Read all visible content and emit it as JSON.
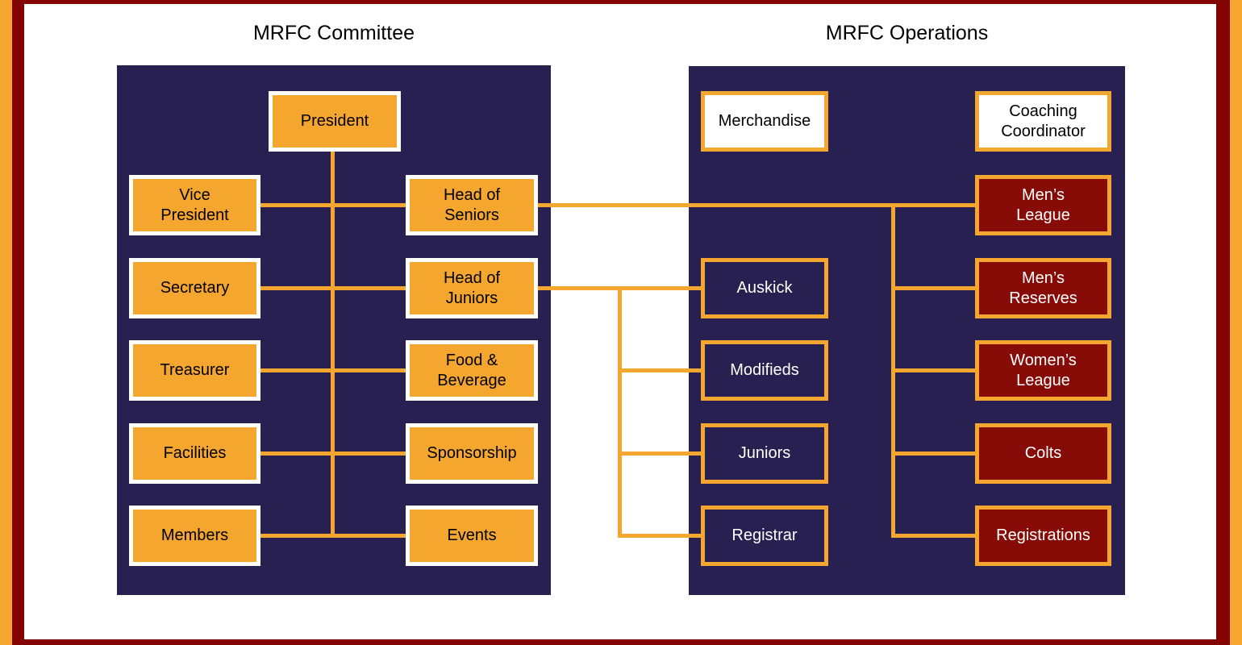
{
  "colors": {
    "accent": "#F4A62F",
    "frame": "#820300",
    "panel": "#282050",
    "maroon": "#870B06",
    "white": "#FFFFFF",
    "text_dark": "#000000",
    "text_light": "#FFFFFF"
  },
  "committee": {
    "title": "MRFC Committee",
    "root": {
      "label": "President"
    },
    "left_column": [
      {
        "label": "Vice\nPresident"
      },
      {
        "label": "Secretary"
      },
      {
        "label": "Treasurer"
      },
      {
        "label": "Facilities"
      },
      {
        "label": "Members"
      }
    ],
    "right_column": [
      {
        "label": "Head of\nSeniors"
      },
      {
        "label": "Head of\nJuniors"
      },
      {
        "label": "Food &\nBeverage"
      },
      {
        "label": "Sponsorship"
      },
      {
        "label": "Events"
      }
    ]
  },
  "operations": {
    "title": "MRFC Operations",
    "top_row": [
      {
        "label": "Merchandise"
      },
      {
        "label": "Coaching\nCoordinator"
      }
    ],
    "juniors_column": [
      {
        "label": "Auskick"
      },
      {
        "label": "Modifieds"
      },
      {
        "label": "Juniors"
      },
      {
        "label": "Registrar"
      }
    ],
    "seniors_column": [
      {
        "label": "Men’s\nLeague"
      },
      {
        "label": "Men’s\nReserves"
      },
      {
        "label": "Women’s\nLeague"
      },
      {
        "label": "Colts"
      },
      {
        "label": "Registrations"
      }
    ]
  }
}
